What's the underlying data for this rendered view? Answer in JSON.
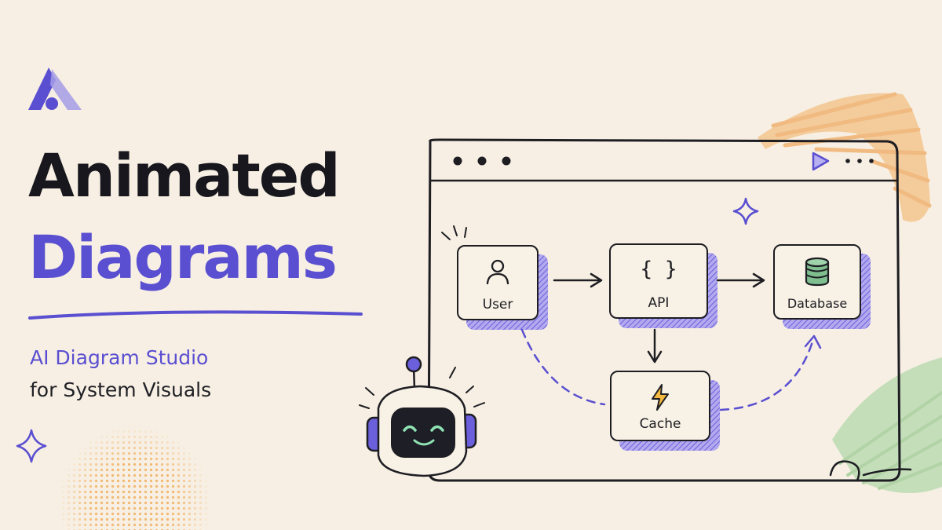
{
  "hero": {
    "title_line1": "Animated",
    "title_line2": "Diagrams",
    "subtitle_line1": "AI Diagram Studio",
    "subtitle_line2": "for System Visuals"
  },
  "diagram": {
    "nodes": {
      "user": {
        "label": "User",
        "icon": "user-icon"
      },
      "api": {
        "label": "API",
        "icon_text": "{ }",
        "icon": "braces-icon"
      },
      "database": {
        "label": "Database",
        "icon": "database-icon"
      },
      "cache": {
        "label": "Cache",
        "icon": "lightning-icon"
      }
    },
    "edges": [
      {
        "from": "user",
        "to": "api",
        "style": "solid"
      },
      {
        "from": "api",
        "to": "database",
        "style": "solid"
      },
      {
        "from": "api",
        "to": "cache",
        "style": "solid"
      },
      {
        "from": "user",
        "to": "cache",
        "style": "dashed"
      },
      {
        "from": "cache",
        "to": "database",
        "style": "dashed"
      }
    ]
  },
  "colors": {
    "background": "#f7efe3",
    "accent": "#5a4fd1",
    "ink": "#17171d",
    "node_shadow": "#7b6fe0",
    "orange_scribble": "#f4c58e",
    "green_scribble": "#b9d9b0",
    "database_icon": "#7fbf8f",
    "lightning_icon": "#f5b940"
  }
}
